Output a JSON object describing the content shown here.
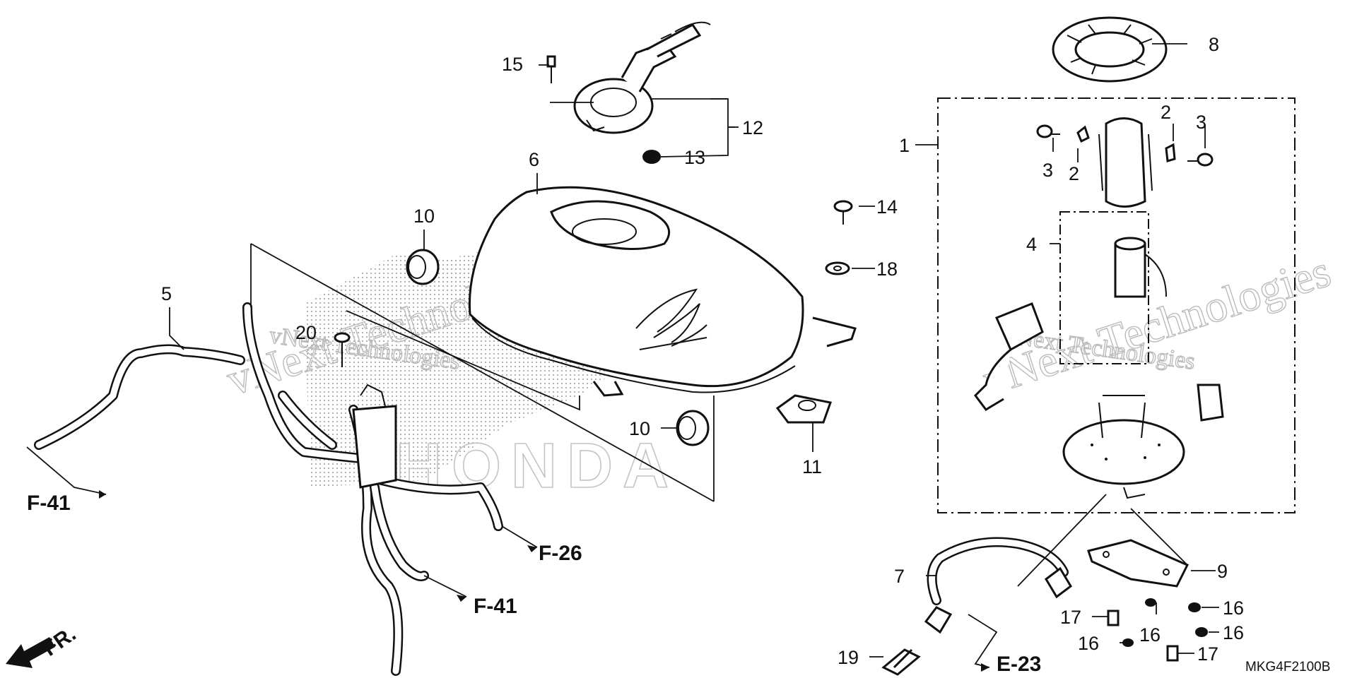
{
  "diagram": {
    "drawing_code": "MKG4F2100B",
    "front_marker": "FR.",
    "watermark": "vNext Technologies",
    "callouts": {
      "c1": "1",
      "c2a": "2",
      "c2b": "2",
      "c3a": "3",
      "c3b": "3",
      "c4": "4",
      "c5": "5",
      "c6": "6",
      "c7": "7",
      "c8": "8",
      "c9": "9",
      "c10a": "10",
      "c10b": "10",
      "c11": "11",
      "c12": "12",
      "c13": "13",
      "c14": "14",
      "c15": "15",
      "c16a": "16",
      "c16b": "16",
      "c16c": "16",
      "c16d": "16",
      "c17a": "17",
      "c17b": "17",
      "c18": "18",
      "c19": "19",
      "c20": "20"
    },
    "references": {
      "r_f41_left": "F-41",
      "r_f41_bottom": "F-41",
      "r_f26": "F-26",
      "r_e23": "E-23"
    }
  }
}
